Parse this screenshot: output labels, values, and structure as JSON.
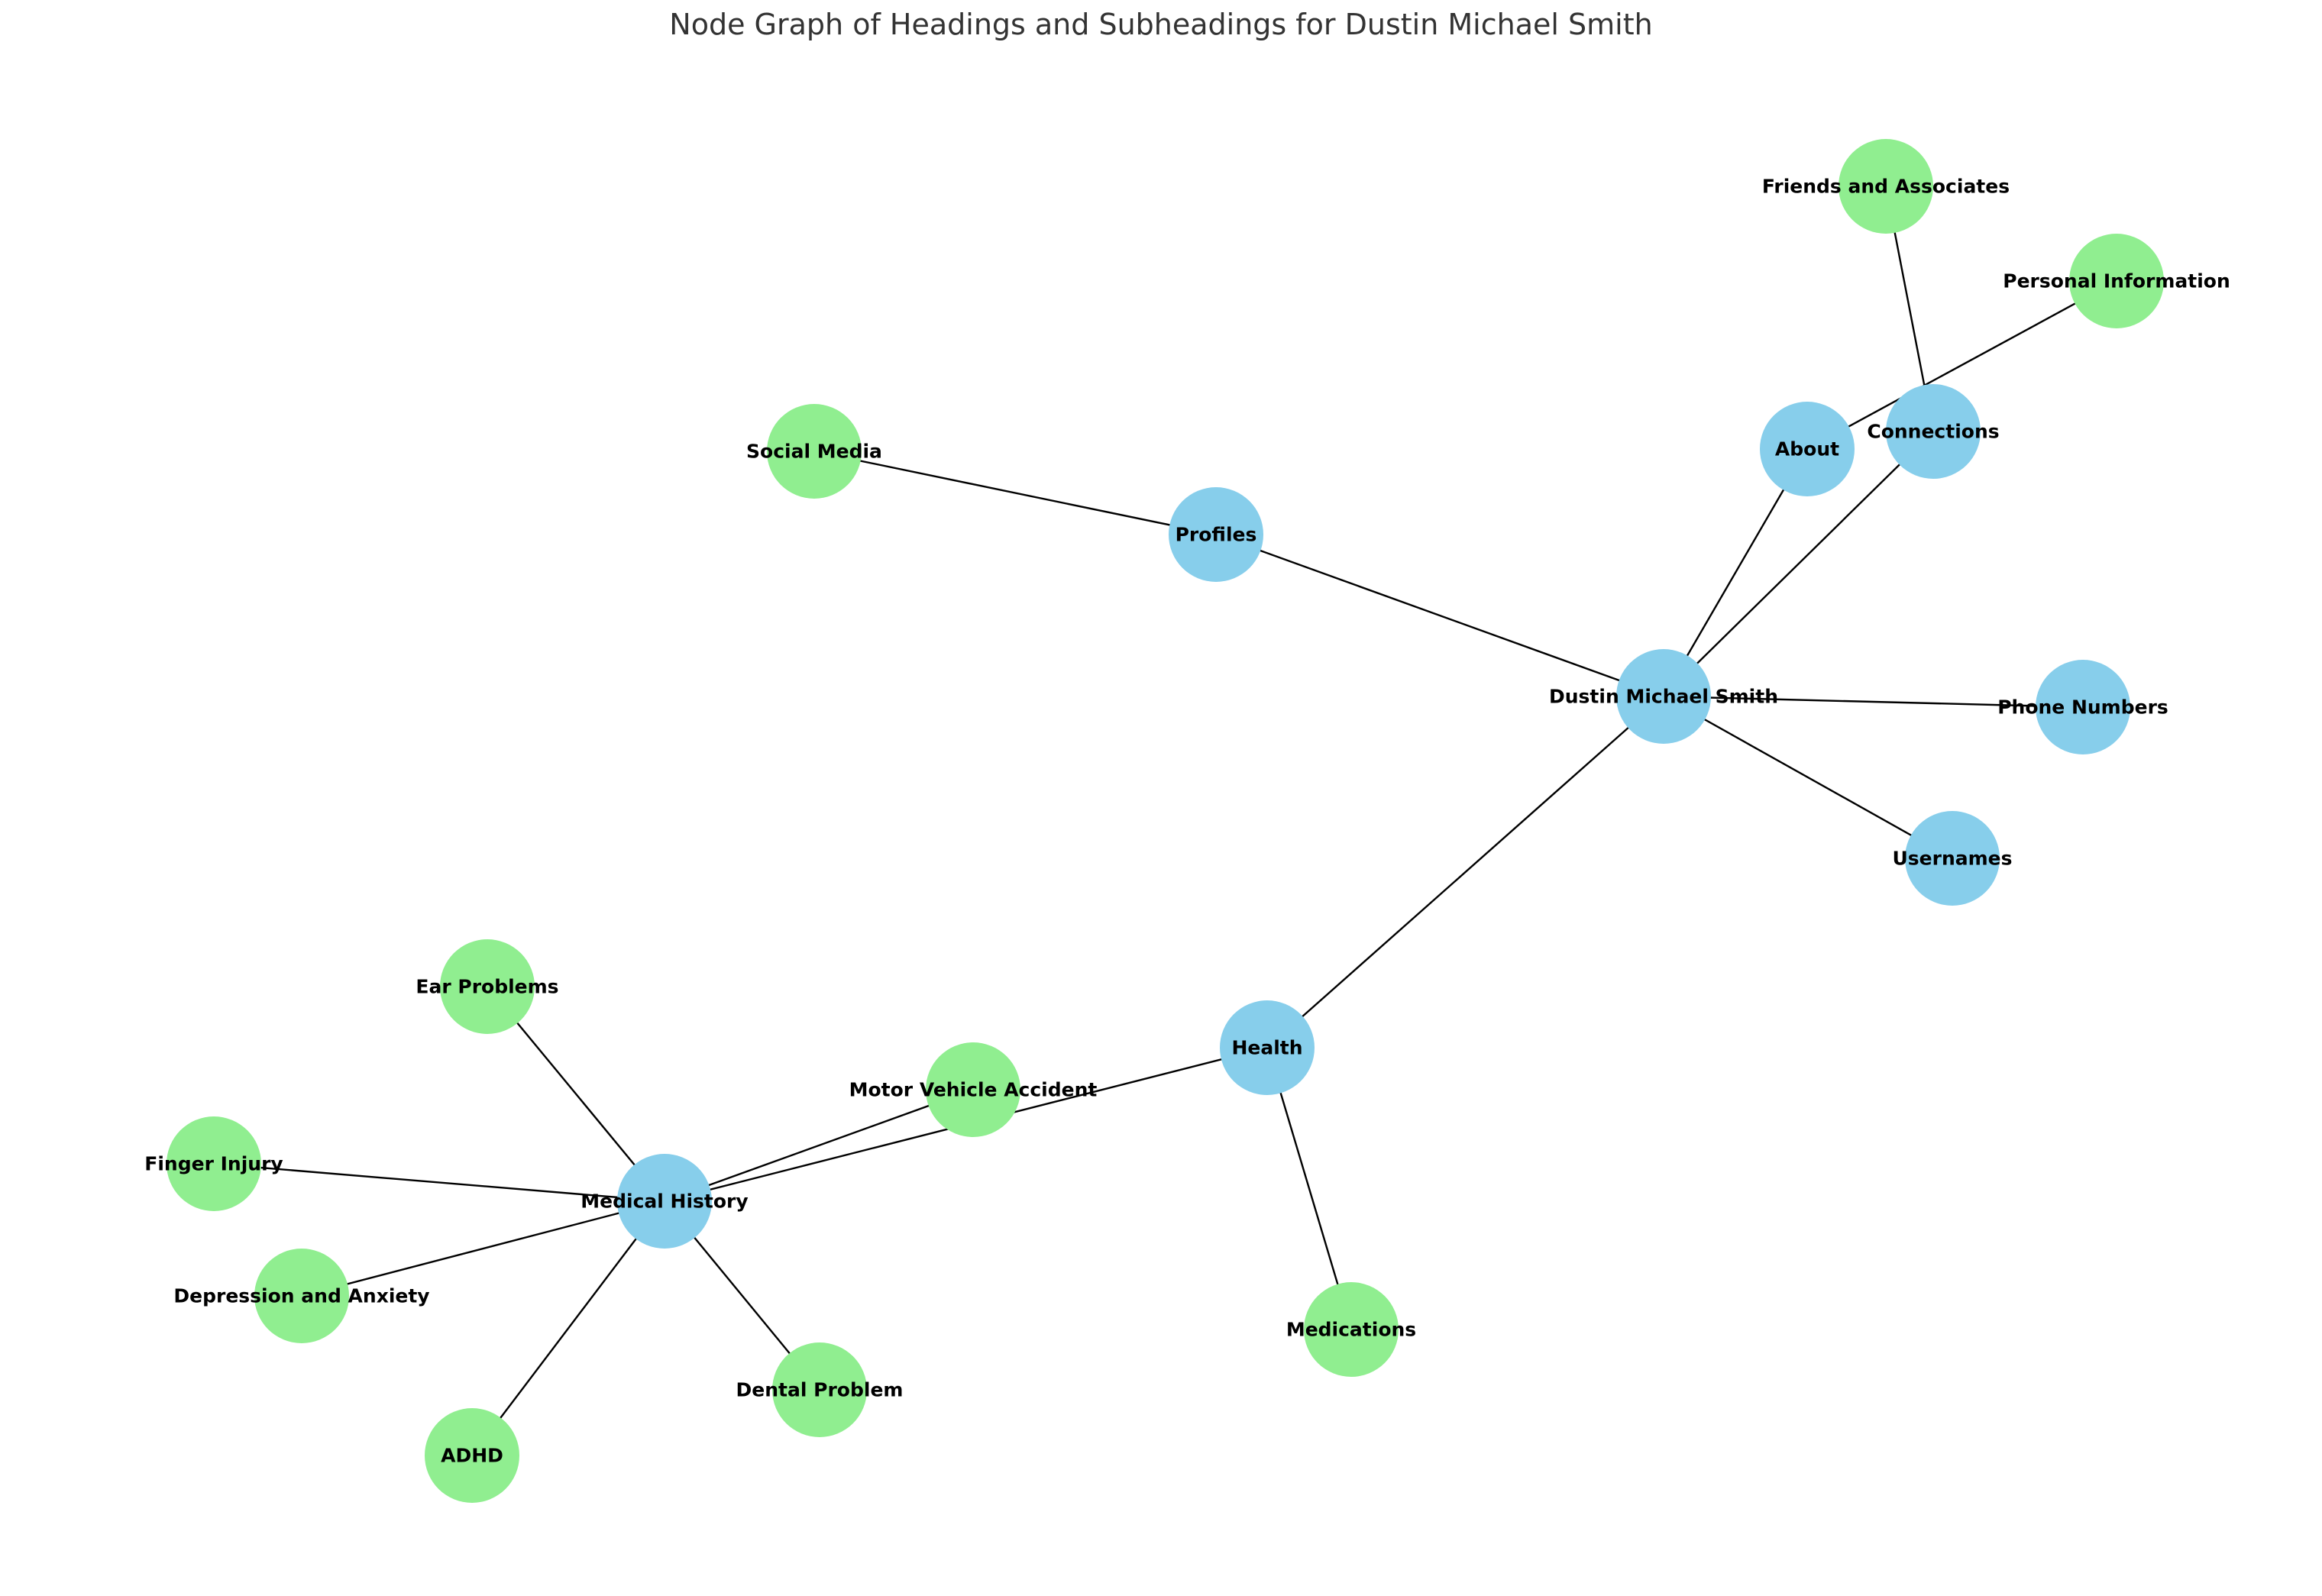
{
  "title": "Node Graph of Headings and Subheadings for Dustin Michael Smith",
  "colors": {
    "heading": "#87CEEB",
    "subheading": "#90EE90",
    "edge": "#000000"
  },
  "nodes": [
    {
      "id": "root",
      "label": "Dustin Michael Smith",
      "kind": "heading"
    },
    {
      "id": "about",
      "label": "About",
      "kind": "heading"
    },
    {
      "id": "conn",
      "label": "Connections",
      "kind": "heading"
    },
    {
      "id": "prof",
      "label": "Profiles",
      "kind": "heading"
    },
    {
      "id": "phone",
      "label": "Phone Numbers",
      "kind": "heading"
    },
    {
      "id": "user",
      "label": "Usernames",
      "kind": "heading"
    },
    {
      "id": "health",
      "label": "Health",
      "kind": "heading"
    },
    {
      "id": "medh",
      "label": "Medical History",
      "kind": "heading"
    },
    {
      "id": "friends",
      "label": "Friends and Associates",
      "kind": "subheading"
    },
    {
      "id": "pinfo",
      "label": "Personal Information",
      "kind": "subheading"
    },
    {
      "id": "social",
      "label": "Social Media",
      "kind": "subheading"
    },
    {
      "id": "meds",
      "label": "Medications",
      "kind": "subheading"
    },
    {
      "id": "mva",
      "label": "Motor Vehicle Accident",
      "kind": "subheading"
    },
    {
      "id": "ear",
      "label": "Ear Problems",
      "kind": "subheading"
    },
    {
      "id": "finger",
      "label": "Finger Injury",
      "kind": "subheading"
    },
    {
      "id": "dep",
      "label": "Depression and Anxiety",
      "kind": "subheading"
    },
    {
      "id": "adhd",
      "label": "ADHD",
      "kind": "subheading"
    },
    {
      "id": "dental",
      "label": "Dental Problem",
      "kind": "subheading"
    }
  ],
  "edges": [
    [
      "root",
      "about"
    ],
    [
      "root",
      "conn"
    ],
    [
      "root",
      "prof"
    ],
    [
      "root",
      "phone"
    ],
    [
      "root",
      "user"
    ],
    [
      "root",
      "health"
    ],
    [
      "conn",
      "friends"
    ],
    [
      "about",
      "pinfo"
    ],
    [
      "prof",
      "social"
    ],
    [
      "health",
      "meds"
    ],
    [
      "health",
      "medh"
    ],
    [
      "medh",
      "mva"
    ],
    [
      "medh",
      "ear"
    ],
    [
      "medh",
      "finger"
    ],
    [
      "medh",
      "dep"
    ],
    [
      "medh",
      "adhd"
    ],
    [
      "medh",
      "dental"
    ]
  ]
}
